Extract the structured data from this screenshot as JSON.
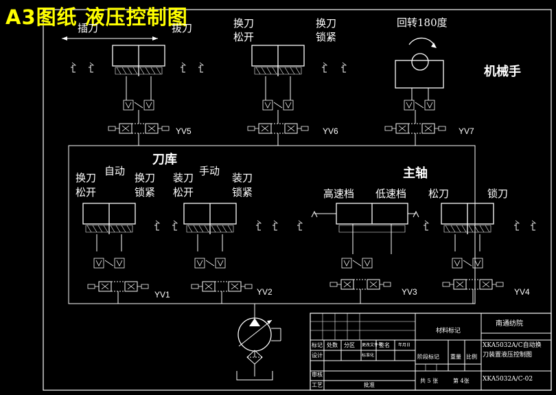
{
  "title": "A3图纸  液压控制图",
  "labels": {
    "top_cyl1_left": "插刀",
    "top_cyl1_right": "拔刀",
    "top_cyl2_a": "换刀",
    "top_cyl2_b": "松开",
    "top_cyl3_a": "换刀",
    "top_cyl3_b": "锁紧",
    "rotate": "回转180度",
    "manipulator": "机械手",
    "tool_magazine": "刀库",
    "auto": "自动",
    "manual": "手动",
    "m1_a": "换刀",
    "m1_b": "松开",
    "m2_a": "换刀",
    "m2_b": "锁紧",
    "m3_a": "装刀",
    "m3_b": "松开",
    "m4_a": "装刀",
    "m4_b": "锁紧",
    "spindle": "主轴",
    "high_speed": "高速档",
    "low_speed": "低速档",
    "loosen": "松刀",
    "lock": "锁刀"
  },
  "valves": [
    "YV5",
    "YV6",
    "YV7",
    "YV1",
    "YV2",
    "YV3",
    "YV4"
  ],
  "title_block": {
    "material": "材料标记",
    "school": "南通纺院",
    "mark": "标记",
    "count": "处数",
    "zone": "分区",
    "change_doc": "更改文件号",
    "sign": "签名",
    "date": "年月日",
    "design": "设计",
    "standard": "标准化",
    "stage_mark": "阶段标记",
    "weight": "重量",
    "scale": "比例",
    "review": "审核",
    "process": "工艺",
    "approve": "批准",
    "drawing_name_1": "XKA5032A/C自动换",
    "drawing_name_2": "刀装置液压控制图",
    "sheets": "共 5 张",
    "sheet_no": "第 4张",
    "drawing_no": "XKA5032A/C-02"
  },
  "colors": {
    "background": "#000000",
    "lines": "#ffffff",
    "title": "#ffff00"
  }
}
